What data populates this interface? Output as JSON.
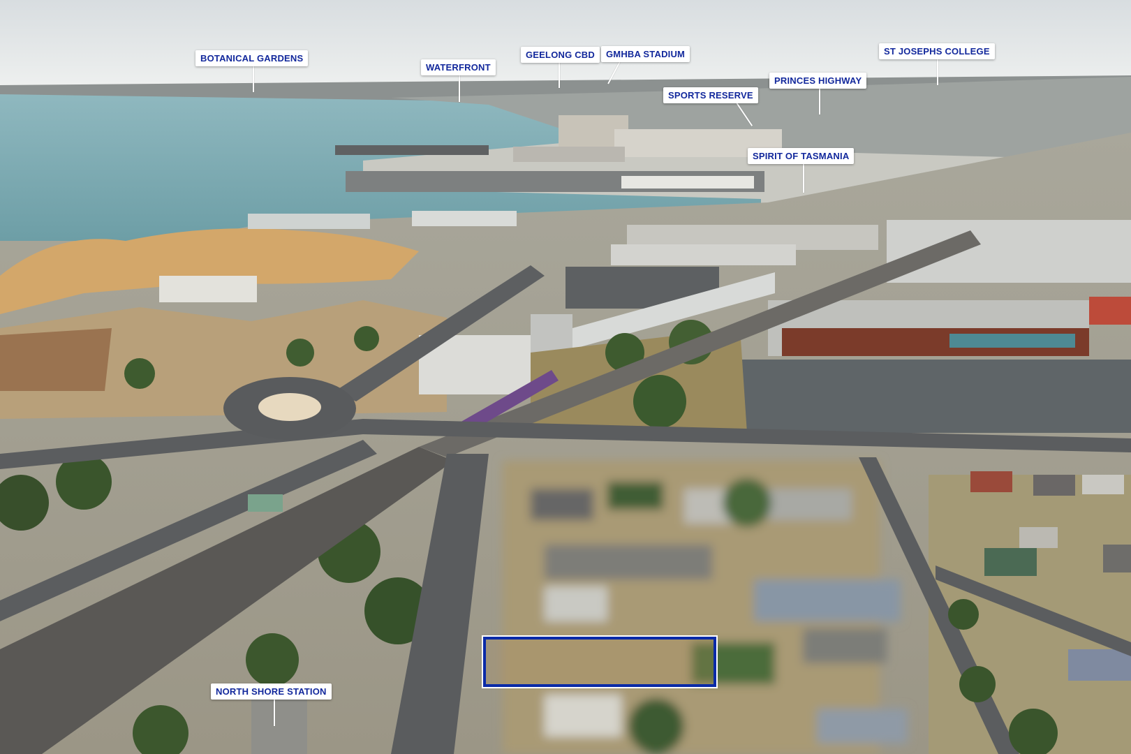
{
  "photo": {
    "labels": {
      "botanical_gardens": "BOTANICAL GARDENS",
      "waterfront": "WATERFRONT",
      "geelong_cbd": "GEELONG CBD",
      "gmhba_stadium": "GMHBA STADIUM",
      "st_josephs_college": "ST JOSEPHS COLLEGE",
      "princes_highway": "PRINCES HIGHWAY",
      "sports_reserve": "SPORTS RESERVE",
      "spirit_of_tasmania": "SPIRIT OF TASMANIA",
      "north_shore_station": "NORTH SHORE STATION"
    },
    "colors": {
      "label_text": "#12289c",
      "label_bg": "#ffffff",
      "lot_outline": "#0a2aa8"
    }
  }
}
